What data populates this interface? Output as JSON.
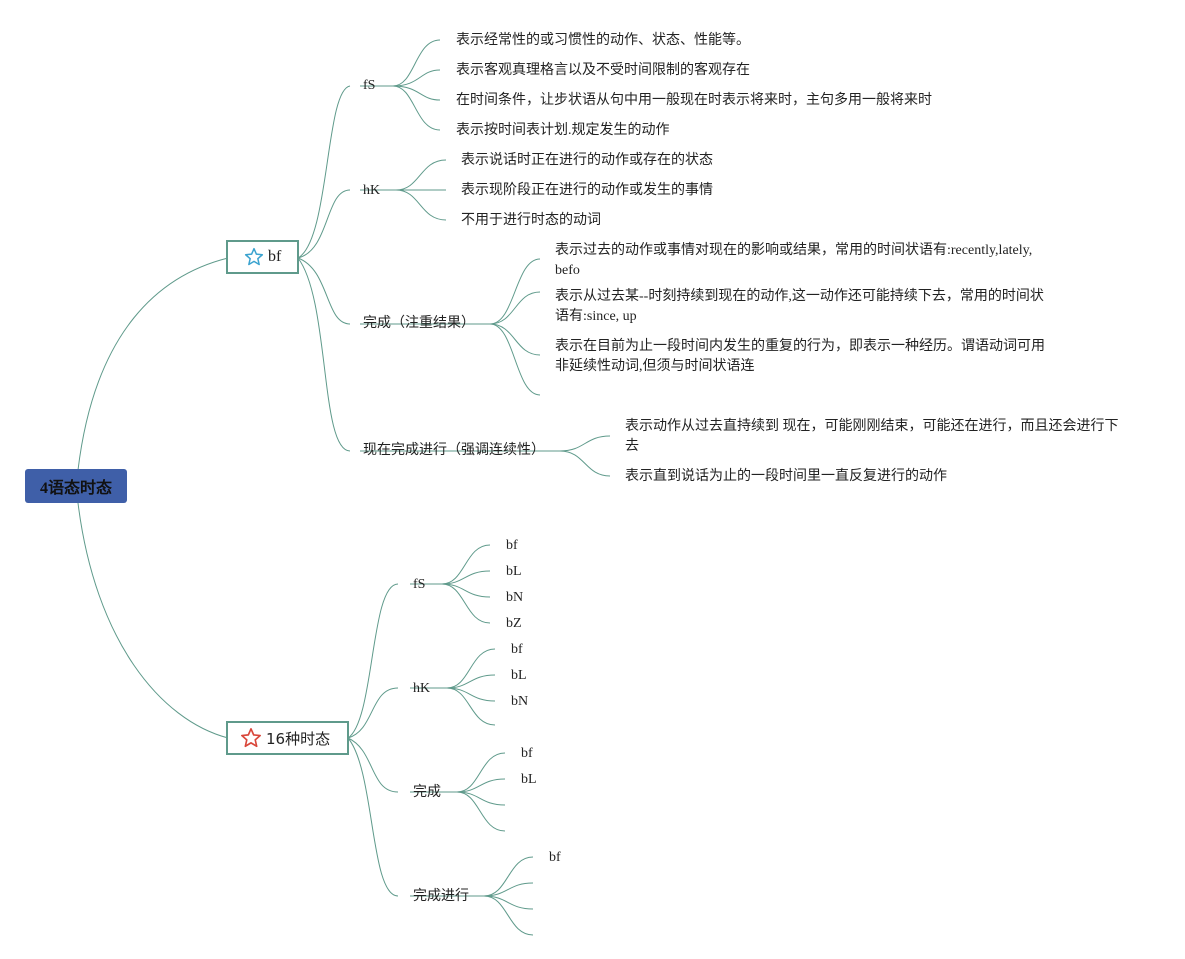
{
  "root": {
    "label": "4语态时态"
  },
  "branch1": {
    "label": "bf",
    "star_color": "#3ba3cf",
    "groups": [
      {
        "label": "fS",
        "items": [
          "表示经常性的或习惯性的动作、状态、性能等。",
          "表示客观真理格言以及不受时间限制的客观存在",
          "在时间条件，让步状语从句中用一般现在时表示将来时，主句多用一般将来时",
          "表示按时间表计划.规定发生的动作"
        ]
      },
      {
        "label": "hK",
        "items": [
          "表示说话时正在进行的动作或存在的状态",
          "表示现阶段正在进行的动作或发生的事情",
          "不用于进行时态的动词"
        ]
      },
      {
        "label": "完成（注重结果）",
        "items": [
          "表示过去的动作或事情对现在的影响或结果，常用的时间状语有:recently,lately, befo",
          "表示从过去某--时刻持续到现在的动作,这一动作还可能持续下去，常用的时间状语有:since, up",
          "表示在目前为止一段时间内发生的重复的行为，即表示一种经历。谓语动词可用非延续性动词,但须与时间状语连",
          ""
        ]
      },
      {
        "label": "现在完成进行（强调连续性）",
        "items": [
          "表示动作从过去直持续到 现在，可能刚刚结束，可能还在进行，而且还会进行下去",
          "表示直到说话为止的一段时间里一直反复进行的动作"
        ]
      }
    ]
  },
  "branch2": {
    "label": "16种时态",
    "star_color": "#d9473b",
    "groups": [
      {
        "label": "fS",
        "items": [
          "bf",
          "bL",
          "bN",
          "bZ"
        ]
      },
      {
        "label": "hK",
        "items": [
          "bf",
          "bL",
          "bN",
          ""
        ]
      },
      {
        "label": "完成",
        "items": [
          "bf",
          "bL",
          "",
          ""
        ]
      },
      {
        "label": "完成进行",
        "items": [
          "bf",
          "",
          "",
          ""
        ]
      }
    ]
  },
  "colors": {
    "line": "#5f9a8b",
    "root_fill": "#3f5fa8",
    "box_border": "#5f9a8b"
  }
}
